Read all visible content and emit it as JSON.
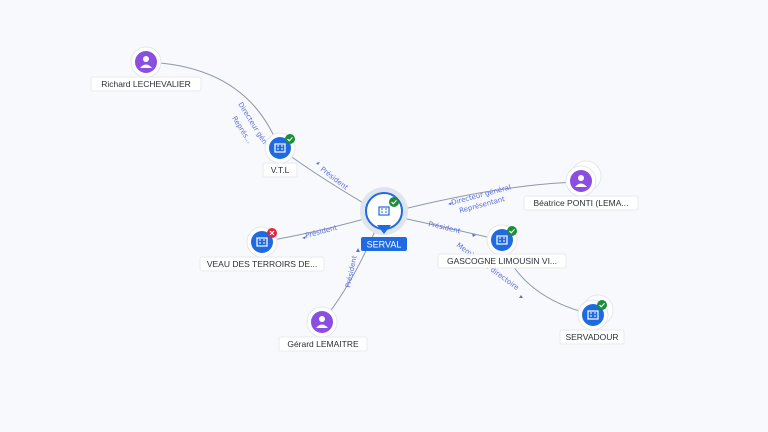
{
  "colors": {
    "person": "#8a4fe0",
    "company": "#1f6ae0",
    "active_badge": "#1c8d3a",
    "closed_badge": "#e0243b",
    "edge_label": "#5b6ee1"
  },
  "center": {
    "label": "SERVAL",
    "icon": "building-icon",
    "status": "active"
  },
  "nodes": [
    {
      "id": "richard",
      "type": "person",
      "label": "Richard LECHEVALIER",
      "icon": "person-icon"
    },
    {
      "id": "vtl",
      "type": "company",
      "label": "V.T.L",
      "icon": "building-icon",
      "status": "active"
    },
    {
      "id": "beatrice",
      "type": "person",
      "label": "Béatrice PONTI (LEMA...",
      "icon": "person-icon"
    },
    {
      "id": "veau",
      "type": "company",
      "label": "VEAU DES TERROIRS DE...",
      "icon": "building-icon",
      "status": "closed"
    },
    {
      "id": "gascogne",
      "type": "company",
      "label": "GASCOGNE LIMOUSIN VI...",
      "icon": "building-icon",
      "status": "active"
    },
    {
      "id": "gerard",
      "type": "person",
      "label": "Gérard LEMAITRE",
      "icon": "person-icon"
    },
    {
      "id": "servadour",
      "type": "company",
      "label": "SERVADOUR",
      "icon": "building-icon",
      "status": "active"
    }
  ],
  "edges": [
    {
      "id": "richard-vtl",
      "labels": [
        "Directeur gén",
        "Représ..."
      ]
    },
    {
      "id": "vtl-serval",
      "labels": [
        "Président"
      ]
    },
    {
      "id": "beatrice-serval",
      "labels": [
        "Directeur général",
        "Représentant"
      ]
    },
    {
      "id": "veau-serval",
      "labels": [
        "Président"
      ]
    },
    {
      "id": "serval-gascogne",
      "labels": [
        "Président"
      ]
    },
    {
      "id": "gerard-serval",
      "labels": [
        "Président"
      ]
    },
    {
      "id": "gascogne-servadour",
      "labels": [
        "Membre du directoire"
      ]
    }
  ]
}
